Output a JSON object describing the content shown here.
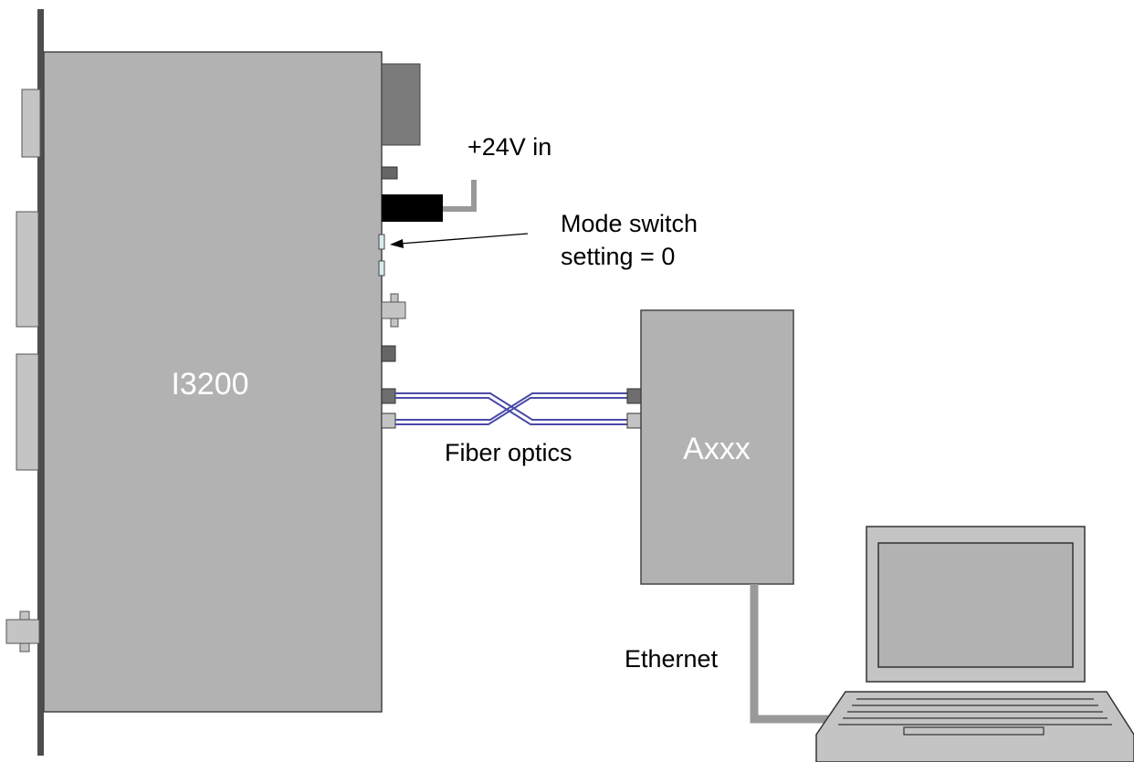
{
  "devices": {
    "main_unit": {
      "label": "I3200"
    },
    "converter": {
      "label": "Axxx"
    }
  },
  "labels": {
    "power": "+24V in",
    "mode_switch_line1": "Mode switch",
    "mode_switch_line2": "setting = 0",
    "fiber": "Fiber optics",
    "ethernet": "Ethernet"
  },
  "colors": {
    "device_fill": "#b2b2b2",
    "fiber_line": "#4a4aa8",
    "cable": "#999999",
    "panel": "#555555"
  }
}
